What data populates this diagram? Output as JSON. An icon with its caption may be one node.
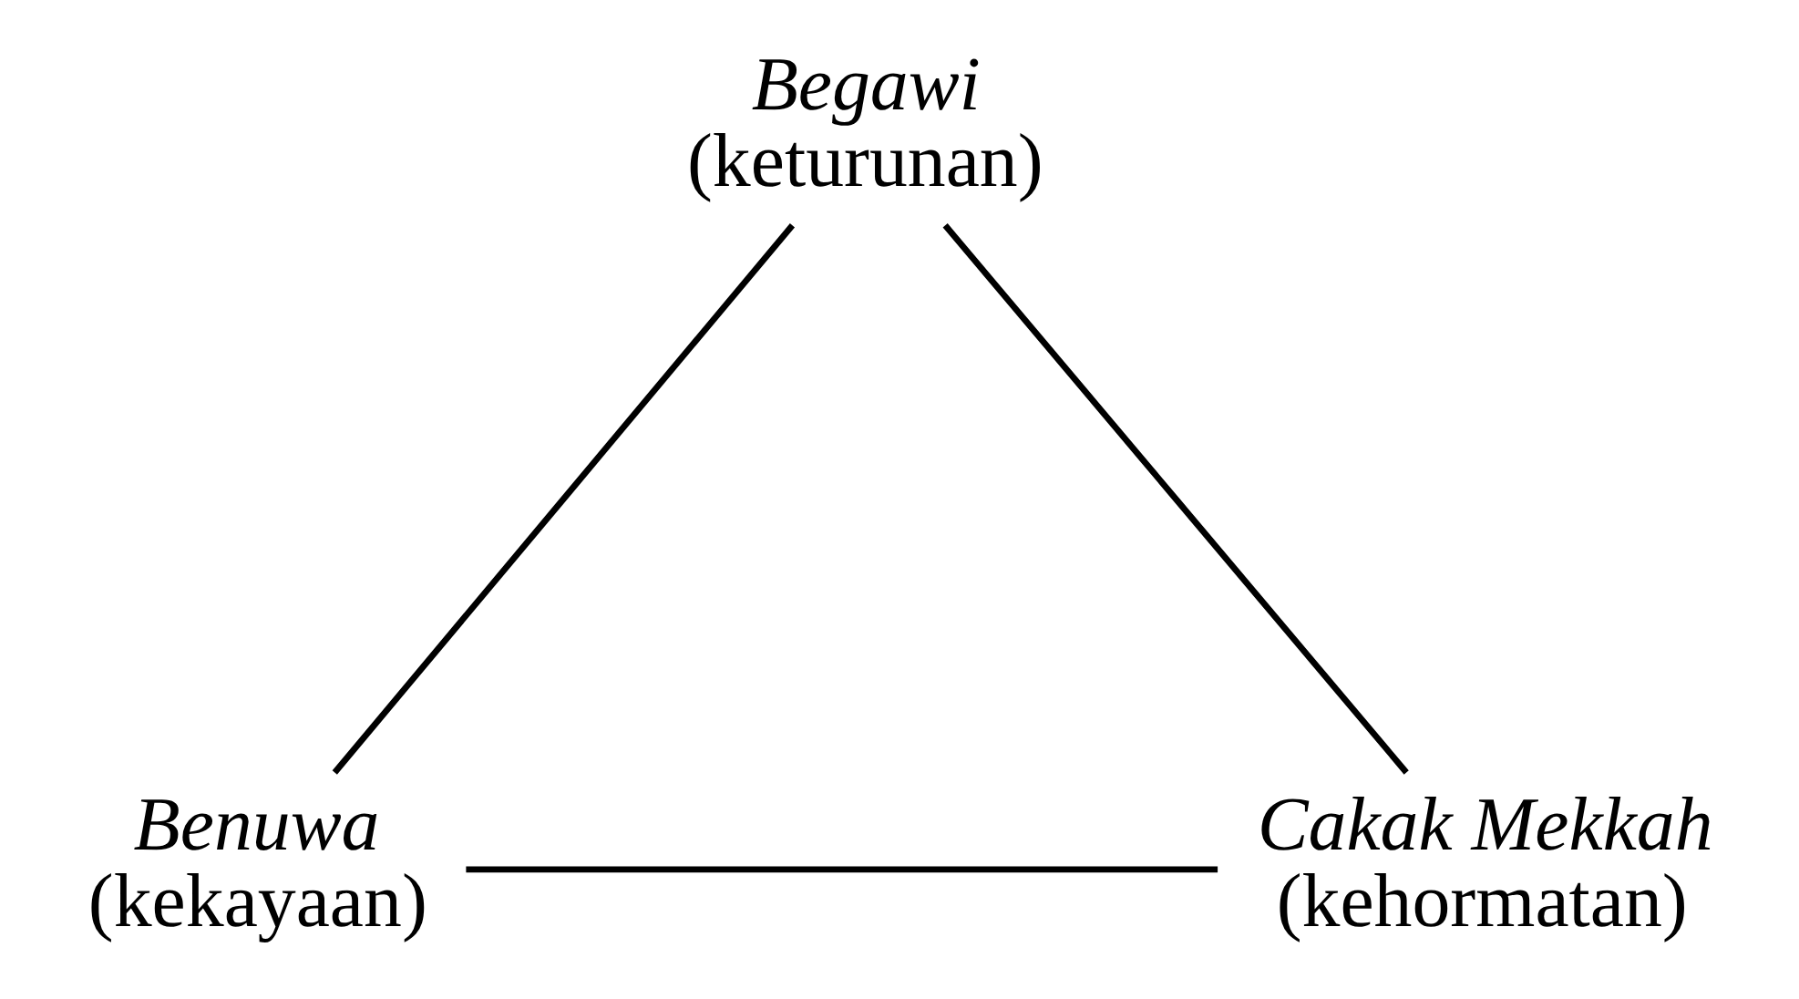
{
  "diagram": {
    "nodes": [
      {
        "text": [
          "Begawi",
          "(keturunan)"
        ]
      },
      {
        "text": [
          "Benuwa",
          "(kekayaan)"
        ]
      },
      {
        "text": [
          "Cakak Mekkah",
          "(kehormatan)"
        ]
      }
    ],
    "edges": [
      {
        "from": 0,
        "to": 1,
        "arrow": "none"
      },
      {
        "from": 1,
        "to": 2,
        "arrow": "none"
      },
      {
        "from": 2,
        "to": 0,
        "arrow": "none"
      }
    ]
  }
}
